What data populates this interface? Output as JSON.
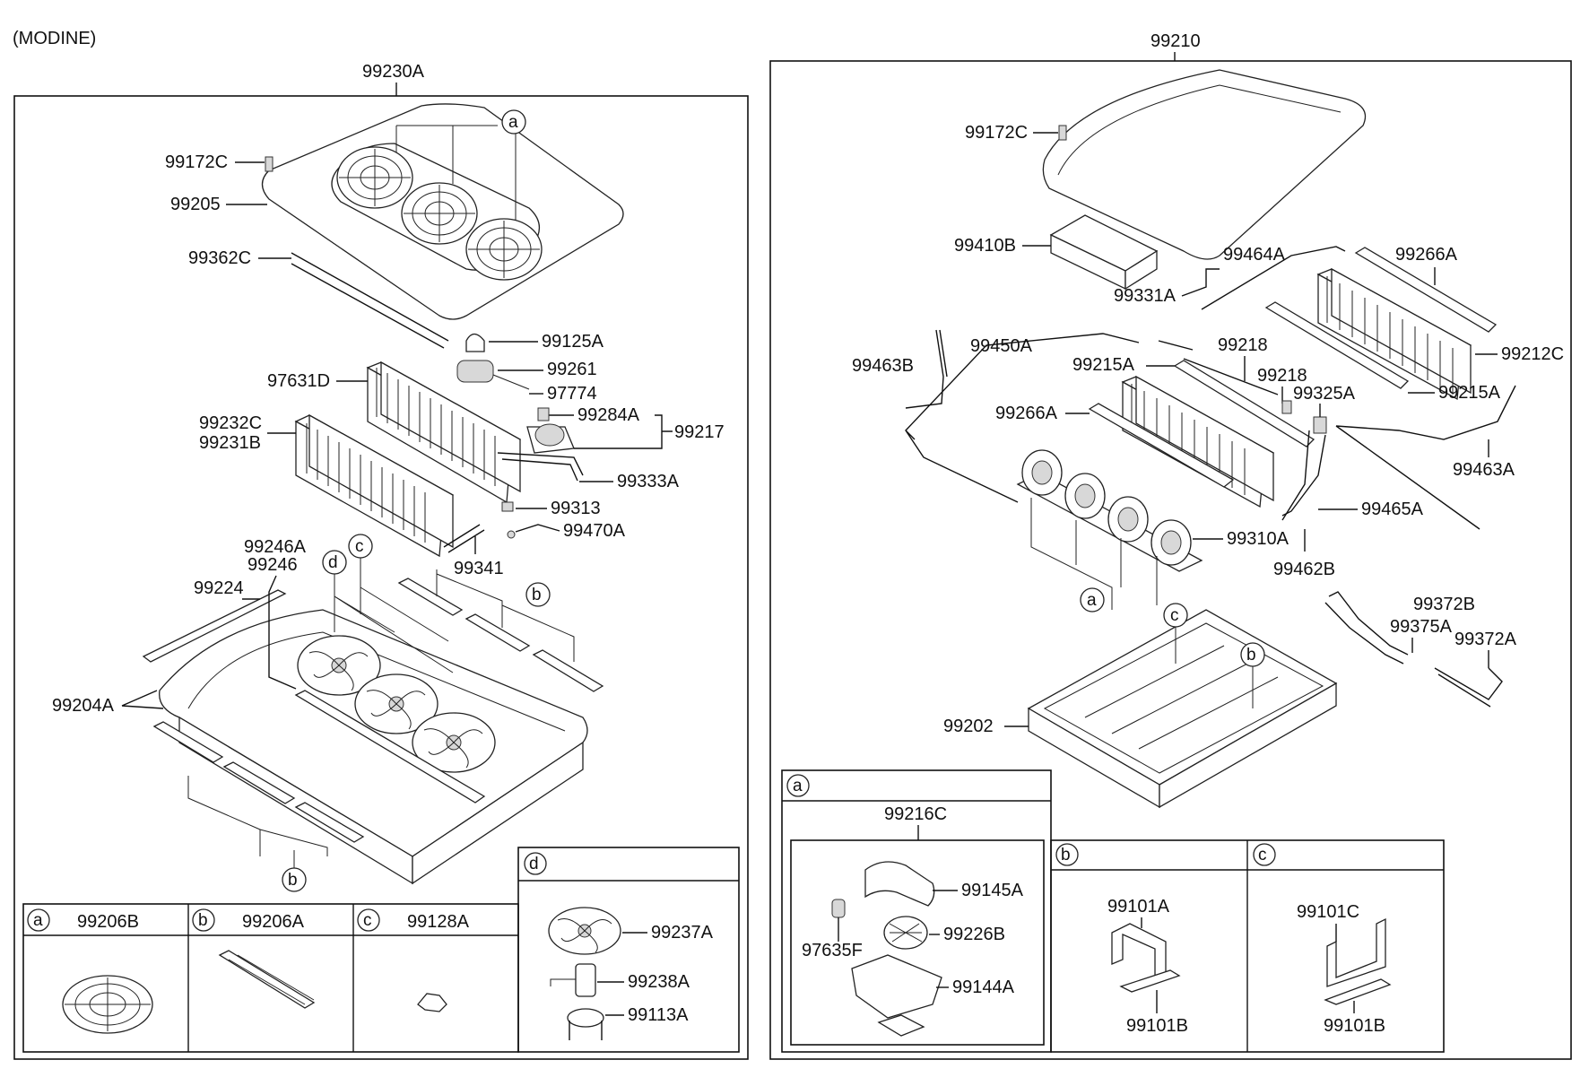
{
  "header": {
    "variant": "(MODINE)",
    "left_assembly": "99230A",
    "right_assembly": "99210"
  },
  "left_labels": {
    "l_99172C": "99172C",
    "l_99205": "99205",
    "l_99362C": "99362C",
    "l_99125A": "99125A",
    "l_99261": "99261",
    "l_97631D": "97631D",
    "l_97774": "97774",
    "l_99284A": "99284A",
    "l_99217": "99217",
    "l_99232C": "99232C",
    "l_99231B": "99231B",
    "l_99333A": "99333A",
    "l_99313": "99313",
    "l_99470A": "99470A",
    "l_99341": "99341",
    "l_99246A": "99246A",
    "l_99246": "99246",
    "l_99224": "99224",
    "l_99204A": "99204A"
  },
  "right_labels": {
    "r_99172C": "99172C",
    "r_99410B": "99410B",
    "r_99464A": "99464A",
    "r_99266A_top": "99266A",
    "r_99331A": "99331A",
    "r_99450A": "99450A",
    "r_99218_a": "99218",
    "r_99212C": "99212C",
    "r_99463B": "99463B",
    "r_99215A_a": "99215A",
    "r_99218_b": "99218",
    "r_99215A_b": "99215A",
    "r_99325A": "99325A",
    "r_99266A_mid": "99266A",
    "r_99463A": "99463A",
    "r_99465A": "99465A",
    "r_99310A": "99310A",
    "r_99462B": "99462B",
    "r_99372B": "99372B",
    "r_99375A": "99375A",
    "r_99372A": "99372A",
    "r_99202": "99202"
  },
  "callouts": {
    "a": "a",
    "b": "b",
    "c": "c",
    "d": "d"
  },
  "left_detail_boxes": {
    "a": {
      "letter": "a",
      "part": "99206B"
    },
    "b": {
      "letter": "b",
      "part": "99206A"
    },
    "c": {
      "letter": "c",
      "part": "99128A"
    },
    "d": {
      "letter": "d",
      "parts": [
        "99237A",
        "99238A",
        "99113A"
      ]
    }
  },
  "right_detail_boxes": {
    "a": {
      "letter": "a",
      "header": "99216C",
      "parts": [
        "99145A",
        "97635F",
        "99226B",
        "99144A"
      ]
    },
    "b": {
      "letter": "b",
      "parts": [
        "99101A",
        "99101B"
      ]
    },
    "c": {
      "letter": "c",
      "parts": [
        "99101C",
        "99101B"
      ]
    }
  }
}
